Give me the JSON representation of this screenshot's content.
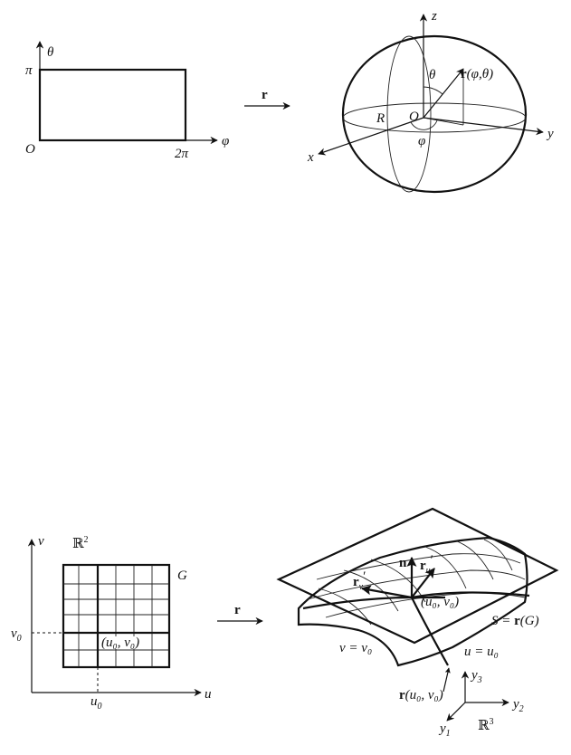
{
  "top_left": {
    "theta_axis": "θ",
    "phi_axis": "φ",
    "pi_tick": "π",
    "origin": "O",
    "two_pi_tick": "2π"
  },
  "top_map": {
    "label": "r"
  },
  "sphere": {
    "z_axis": "z",
    "x_axis": "x",
    "y_axis": "y",
    "theta": "θ",
    "r_bold": "r",
    "r_args": "(φ,θ)",
    "radius": "R",
    "origin": "O",
    "phi": "φ"
  },
  "bottom_left": {
    "v_axis": "v",
    "u_axis": "u",
    "space_base": "ℝ",
    "space_exp": "2",
    "domain": "G",
    "v0_base": "v",
    "v0_sub": "0",
    "u0_base": "u",
    "u0_sub": "0",
    "point": "(u₀, v₀)"
  },
  "bottom_map": {
    "label": "r"
  },
  "surface": {
    "normal": "n",
    "ru_base": "r",
    "ru_sub": "u",
    "ru_prime": "′",
    "rv_base": "r",
    "rv_sub": "v",
    "rv_prime": "′",
    "point": "(u₀, v₀)",
    "S_label": "S = ",
    "S_r": "r",
    "S_arg": "(G)",
    "v_curve": "v = v₀",
    "u_curve": "u = u₀",
    "r_point_r": "r",
    "r_point_arg": "(u₀, v₀)",
    "y1_base": "y",
    "y1_sub": "1",
    "y2_base": "y",
    "y2_sub": "2",
    "y3_base": "y",
    "y3_sub": "3",
    "space_base": "ℝ",
    "space_exp": "3"
  }
}
